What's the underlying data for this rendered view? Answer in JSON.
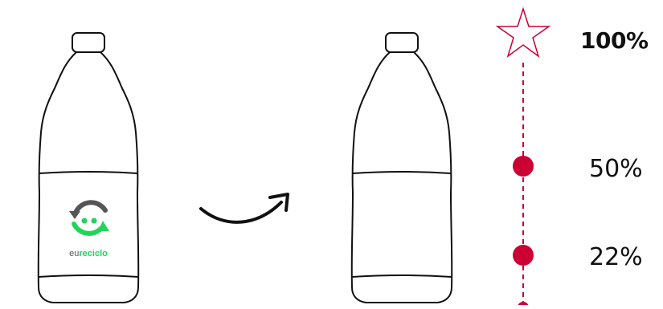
{
  "logo": {
    "brand_light": "eu",
    "brand_bold": "reciclo",
    "colors": {
      "green": "#22d45a",
      "gray": "#555555"
    }
  },
  "timeline": {
    "accent_color": "#cc0033",
    "levels": [
      {
        "label": "100%",
        "value": 100,
        "marker": "star-outline"
      },
      {
        "label": "50%",
        "value": 50,
        "marker": "filled-dot"
      },
      {
        "label": "22%",
        "value": 22,
        "marker": "filled-dot"
      }
    ]
  },
  "icons": {
    "left_bottle": "bottle-with-label-icon",
    "arrow": "curved-arrow-icon",
    "right_bottle": "bottle-icon",
    "star": "star-icon"
  }
}
